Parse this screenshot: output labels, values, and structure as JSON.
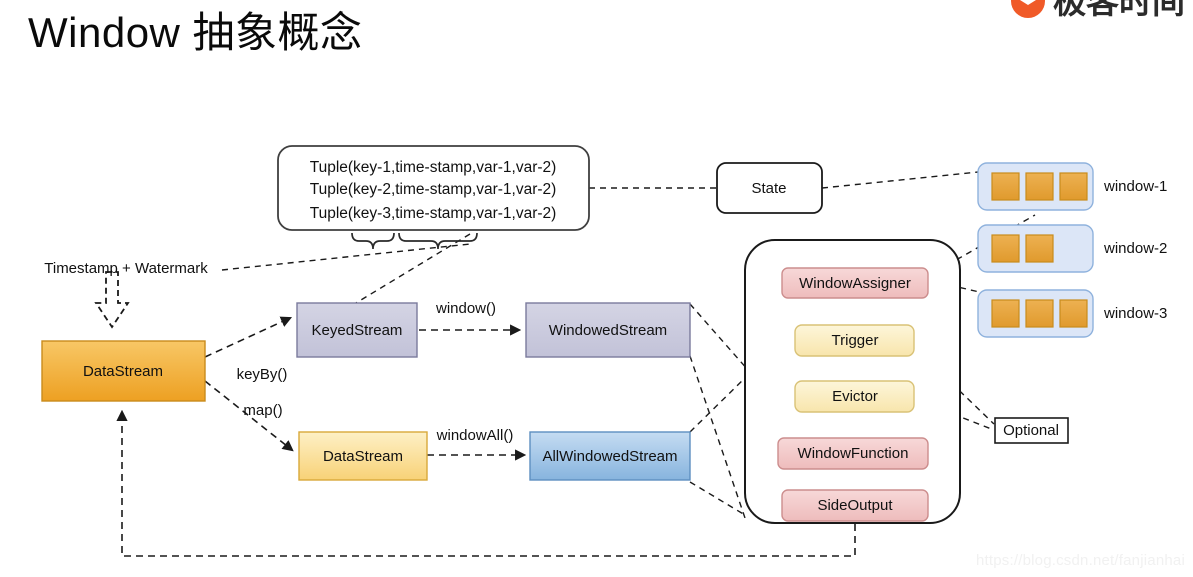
{
  "page": {
    "title": "Window 抽象概念",
    "watermark": "https://blog.csdn.net/fanjianhai"
  },
  "brand": {
    "name": "极客时间",
    "logo_icon": "geek-time-logo-icon",
    "color": "#f05a28"
  },
  "diagram": {
    "tuple_box": {
      "lines": [
        "Tuple(key-1,time-stamp,var-1,var-2)",
        "Tuple(key-2,time-stamp,var-1,var-2)",
        "Tuple(key-3,time-stamp,var-1,var-2)"
      ]
    },
    "nodes": {
      "state": "State",
      "timestamp_watermark": "Timestamp + Watermark",
      "datastream_source": "DataStream",
      "keyed_stream": "KeyedStream",
      "windowed_stream": "WindowedStream",
      "datastream_mapped": "DataStream",
      "all_windowed_stream": "AllWindowedStream",
      "optional": "Optional"
    },
    "edge_labels": {
      "key_by": "keyBy()",
      "map": "map()",
      "window": "window()",
      "window_all": "windowAll()"
    },
    "window_components": [
      {
        "label": "WindowAssigner",
        "kind": "required"
      },
      {
        "label": "Trigger",
        "kind": "optional"
      },
      {
        "label": "Evictor",
        "kind": "optional"
      },
      {
        "label": "WindowFunction",
        "kind": "required"
      },
      {
        "label": "SideOutput",
        "kind": "required"
      }
    ],
    "windows": [
      {
        "label": "window-1",
        "elements": 3
      },
      {
        "label": "window-2",
        "elements": 2
      },
      {
        "label": "window-3",
        "elements": 3
      }
    ],
    "colors": {
      "source_stream": "#f3a93c",
      "keyed_stream": "#c9c9de",
      "mapped_stream": "#fae0a0",
      "all_windowed_stream": "#9ec3e6",
      "required_component": "#f3c6c6",
      "optional_component": "#fbeec1",
      "window_container": "#dce6f7",
      "window_element": "#e8a33d"
    }
  }
}
